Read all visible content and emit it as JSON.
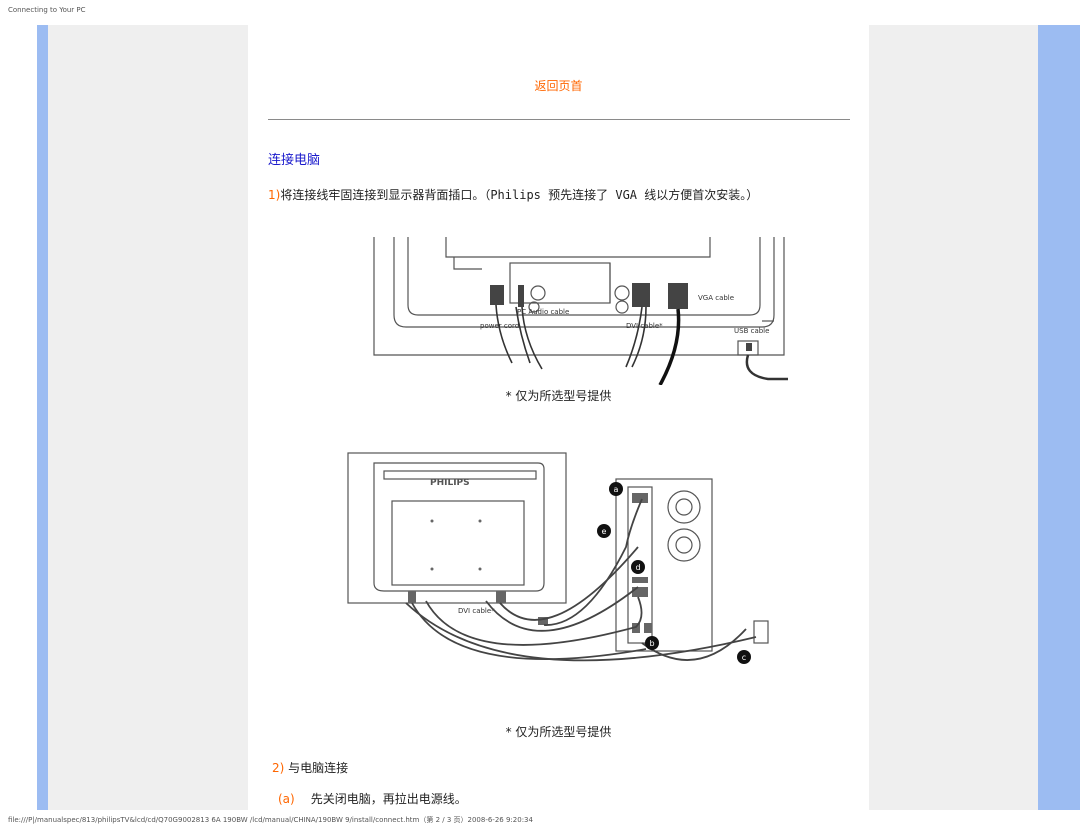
{
  "header": {
    "title": "Connecting to Your PC"
  },
  "nav": {
    "back_label": "返回页首"
  },
  "section": {
    "title": "连接电脑"
  },
  "step1": {
    "number": "1)",
    "text": "将连接线牢固连接到显示器背面插口。（Philips 预先连接了 VGA 线以方便首次安装。）"
  },
  "figure1": {
    "labels": {
      "pc_audio": "PC Audio cable",
      "vga": "VGA cable",
      "power": "power cord",
      "dvi": "DVI cable*",
      "usb": "USB cable"
    },
    "caption": "* 仅为所选型号提供"
  },
  "figure2": {
    "brand": "PHILIPS",
    "dvi_label": "DVI cable*",
    "markers": [
      "a",
      "b",
      "c",
      "d",
      "e"
    ],
    "caption": "* 仅为所选型号提供"
  },
  "step2": {
    "number": "2)",
    "text": "与电脑连接"
  },
  "step2a": {
    "number": "(a)",
    "text": "先关闭电脑，再拉出电源线。"
  },
  "footer": {
    "path": "file:///P|/manualspec/813/philipsTV&lcd/cd/Q70G9002813 6A 190BW /lcd/manual/CHINA/190BW 9/install/connect.htm（第 2 / 3 页）2008-6-26 9:20:34"
  },
  "colors": {
    "accent": "#9cbcf2",
    "side_panel": "#efefef",
    "orange": "#ff6600",
    "title_blue": "#1a1acc"
  }
}
